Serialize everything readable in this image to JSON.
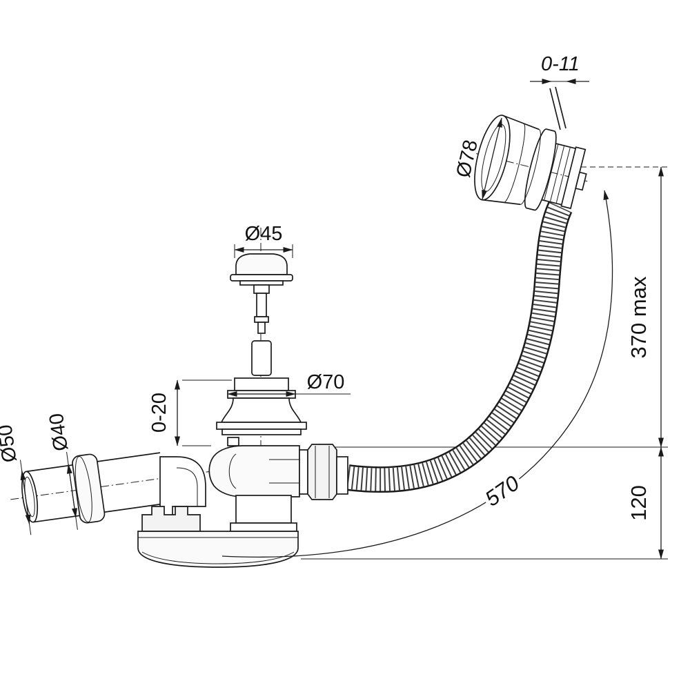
{
  "diagram": {
    "type": "technical-drawing",
    "subject": "bath-waste-overflow-kit",
    "dimensions": {
      "overflow_adjust": "0-11",
      "overflow_cap_diameter": "Ø78",
      "plug_cap_diameter": "Ø45",
      "waste_flange_diameter": "Ø70",
      "flange_height_range": "0-20",
      "outlet_end_diameter": "Ø50",
      "outlet_pipe_diameter": "Ø40",
      "hose_length": "570",
      "overall_height_max": "370 max",
      "trap_depth": "120"
    },
    "line_color": "#1a1a1a",
    "background_color": "#ffffff"
  }
}
